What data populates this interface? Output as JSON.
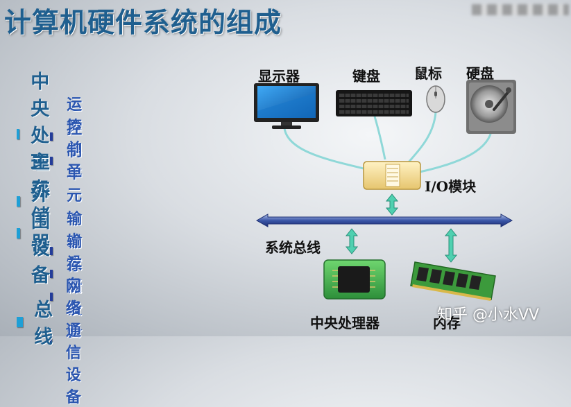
{
  "title": "计算机硬件系统的组成",
  "outline": [
    {
      "level": 1,
      "text": "中央处理器"
    },
    {
      "level": 2,
      "text": "运算单元"
    },
    {
      "level": 2,
      "text": "控制单元"
    },
    {
      "level": 1,
      "text": "主存储器"
    },
    {
      "level": 1,
      "text": "外围设备"
    },
    {
      "level": 2,
      "text": "输出设备"
    },
    {
      "level": 2,
      "text": "输入设备"
    },
    {
      "level": 2,
      "text": "存储设备"
    },
    {
      "level": 2,
      "text": "网络通信设备"
    },
    {
      "level": 1,
      "text": "总线"
    }
  ],
  "diagram": {
    "monitor": "显示器",
    "keyboard": "键盘",
    "mouse": "鼠标",
    "hard_disk": "硬盘",
    "io_module": "I/O模块",
    "system_bus": "系统总线",
    "cpu": "中央处理器",
    "memory": "内存"
  },
  "watermark": "知乎 @小水VV",
  "colors": {
    "title": "#1f5f8f",
    "bullet_level1": "#1e9fd6",
    "bullet_level2": "#233c9a",
    "bus": "#2a3f8f",
    "arrows": "#4fd0b0",
    "cables": "#8fd8d8"
  }
}
